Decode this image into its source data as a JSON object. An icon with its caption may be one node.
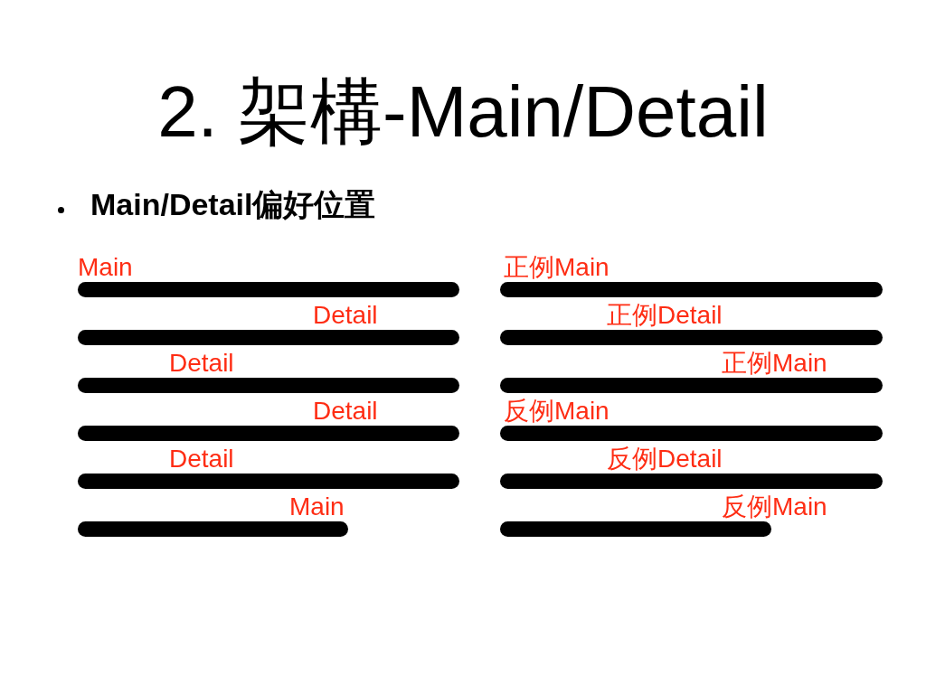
{
  "diagram": {
    "title": "2. 架構-Main/Detail",
    "nodes": [
      {
        "text": [
          "Main"
        ]
      },
      {
        "text": [
          "Detail"
        ]
      },
      {
        "text": [
          "Detail"
        ]
      },
      {
        "text": [
          "Detail"
        ]
      },
      {
        "text": [
          "Detail"
        ]
      },
      {
        "text": [
          "Main"
        ]
      },
      {
        "text": [
          "正例Main"
        ]
      },
      {
        "text": [
          "正例Detail"
        ]
      },
      {
        "text": [
          "正例Main"
        ]
      },
      {
        "text": [
          "反例Main"
        ]
      },
      {
        "text": [
          "反例Detail"
        ]
      },
      {
        "text": [
          "反例Main"
        ]
      }
    ],
    "labels": [
      "Main/Detail偏好位置"
    ]
  }
}
